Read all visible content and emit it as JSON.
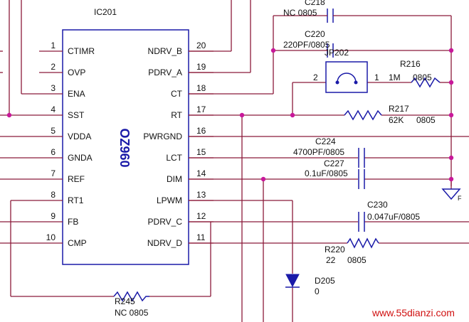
{
  "ic": {
    "ref": "IC201",
    "part": "OZ960",
    "left_pins": [
      {
        "num": "1",
        "name": "CTIMR"
      },
      {
        "num": "2",
        "name": "OVP"
      },
      {
        "num": "3",
        "name": "ENA"
      },
      {
        "num": "4",
        "name": "SST"
      },
      {
        "num": "5",
        "name": "VDDA"
      },
      {
        "num": "6",
        "name": "GNDA"
      },
      {
        "num": "7",
        "name": "REF"
      },
      {
        "num": "8",
        "name": "RT1"
      },
      {
        "num": "9",
        "name": "FB"
      },
      {
        "num": "10",
        "name": "CMP"
      }
    ],
    "right_pins": [
      {
        "num": "20",
        "name": "NDRV_B"
      },
      {
        "num": "19",
        "name": "PDRV_A"
      },
      {
        "num": "18",
        "name": "CT"
      },
      {
        "num": "17",
        "name": "RT"
      },
      {
        "num": "16",
        "name": "PWRGND"
      },
      {
        "num": "15",
        "name": "LCT"
      },
      {
        "num": "14",
        "name": "DIM"
      },
      {
        "num": "13",
        "name": "LPWM"
      },
      {
        "num": "12",
        "name": "PDRV_C"
      },
      {
        "num": "11",
        "name": "NDRV_D"
      }
    ]
  },
  "components": {
    "c218": {
      "ref": "C218",
      "value": "NC 0805"
    },
    "c220": {
      "ref": "C220",
      "value": "220PF/0805"
    },
    "jp202": {
      "ref": "JP202",
      "pin1": "1",
      "pin2": "2"
    },
    "r216": {
      "ref": "R216",
      "value": "1M",
      "pkg": "0805"
    },
    "r217": {
      "ref": "R217",
      "value": "62K",
      "pkg": "0805"
    },
    "c224": {
      "ref": "C224",
      "value": "4700PF/0805"
    },
    "c227": {
      "ref": "C227",
      "value": "0.1uF/0805"
    },
    "c230": {
      "ref": "C230",
      "value": "0.047uF/0805"
    },
    "r220": {
      "ref": "R220",
      "value": "22",
      "pkg": "0805"
    },
    "d205": {
      "ref": "D205",
      "value": "0"
    },
    "r245": {
      "ref": "R245",
      "value": "NC 0805"
    },
    "ground": {
      "label": "F"
    }
  },
  "watermark": "www.55dianzi.com",
  "colors": {
    "wire": "#8b1a3a",
    "part": "#1a1aa8",
    "junction": "#c8189a",
    "watermark": "#d01010"
  }
}
